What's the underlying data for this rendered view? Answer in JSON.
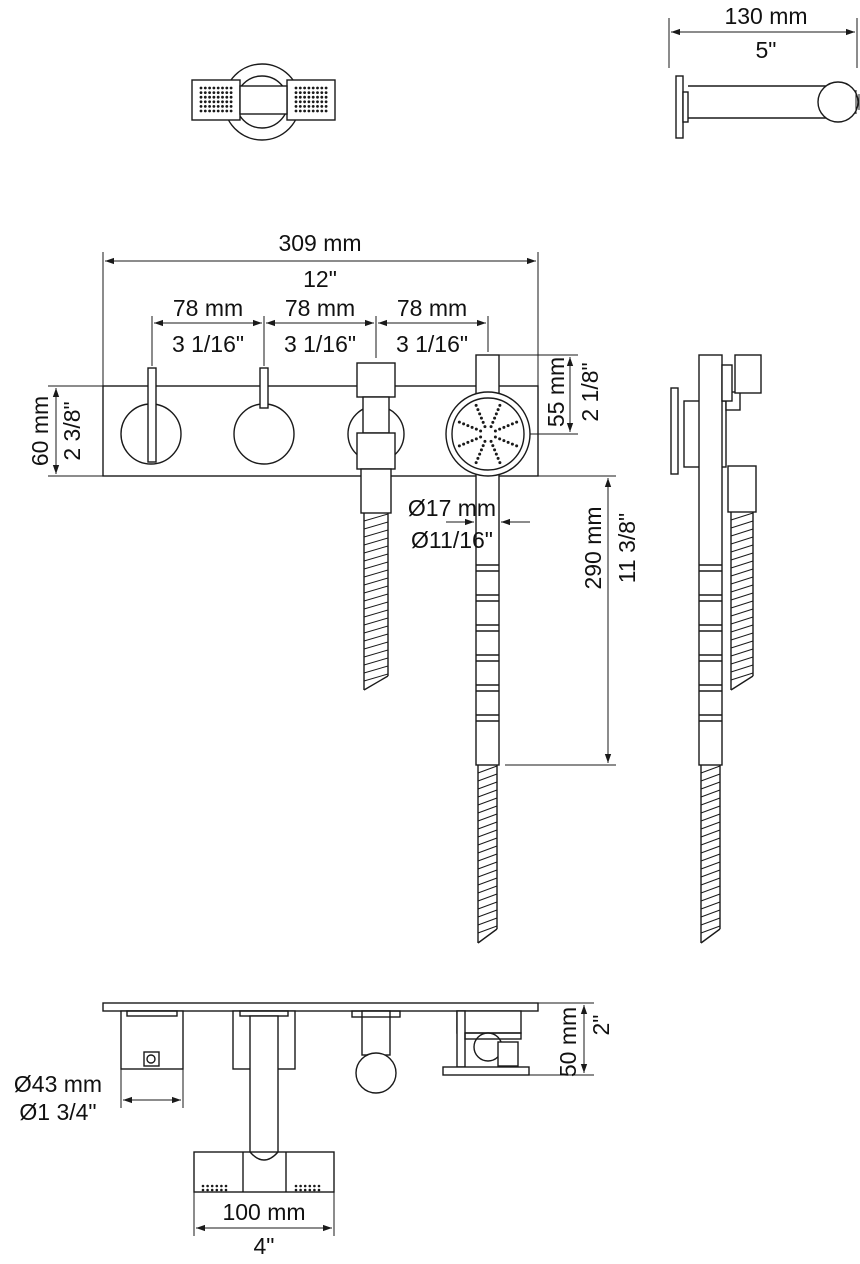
{
  "dimensions": {
    "top_projection": {
      "metric": "130 mm",
      "imperial": "5\""
    },
    "total_width": {
      "metric": "309 mm",
      "imperial": "12\""
    },
    "spacing_1": {
      "metric": "78 mm",
      "imperial": "3 1/16\""
    },
    "spacing_2": {
      "metric": "78 mm",
      "imperial": "3 1/16\""
    },
    "spacing_3": {
      "metric": "78 mm",
      "imperial": "3 1/16\""
    },
    "plate_height": {
      "metric": "60 mm",
      "imperial": "2 3/8\""
    },
    "shower_head": {
      "metric": "55 mm",
      "imperial": "2 1/8\""
    },
    "handle_diameter": {
      "metric": "Ø17 mm",
      "imperial": "Ø11/16\""
    },
    "handshower_length": {
      "metric": "290 mm",
      "imperial": "11 3/8\""
    },
    "outlet_diameter": {
      "metric": "Ø43 mm",
      "imperial": "Ø1 3/4\""
    },
    "plate_depth": {
      "metric": "50 mm",
      "imperial": "2\""
    },
    "spout_width": {
      "metric": "100 mm",
      "imperial": "4\""
    }
  },
  "colors": {
    "line": "#1a1a1a",
    "background": "#ffffff"
  }
}
